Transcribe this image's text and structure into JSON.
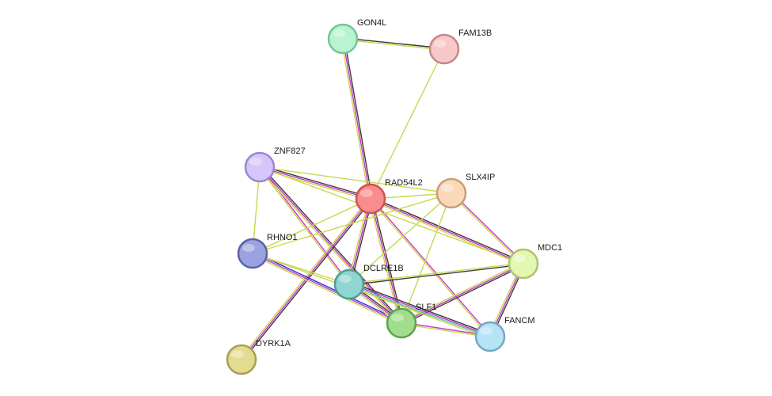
{
  "nodes": [
    {
      "id": "GON4L",
      "label": "GON4L",
      "fill": "#b9f3d2",
      "stroke": "#77c495"
    },
    {
      "id": "FAM13B",
      "label": "FAM13B",
      "fill": "#f8c7c8",
      "stroke": "#c4888a"
    },
    {
      "id": "ZNF827",
      "label": "ZNF827",
      "fill": "#d6c5fb",
      "stroke": "#9c86cf"
    },
    {
      "id": "RAD54L2",
      "label": "RAD54L2",
      "fill": "#f98c8c",
      "stroke": "#cc5252"
    },
    {
      "id": "SLX4IP",
      "label": "SLX4IP",
      "fill": "#fad8b8",
      "stroke": "#c89e7a"
    },
    {
      "id": "RHNO1",
      "label": "RHNO1",
      "fill": "#9aa3e0",
      "stroke": "#5862a8"
    },
    {
      "id": "MDC1",
      "label": "MDC1",
      "fill": "#e4f7b2",
      "stroke": "#a9c46f"
    },
    {
      "id": "DCLRE1B",
      "label": "DCLRE1B",
      "fill": "#8fd6d1",
      "stroke": "#4f9b96"
    },
    {
      "id": "SLF1",
      "label": "SLF1",
      "fill": "#a0dd8c",
      "stroke": "#5fa24d"
    },
    {
      "id": "FANCM",
      "label": "FANCM",
      "fill": "#b7e3f6",
      "stroke": "#73a9c0"
    },
    {
      "id": "DYRK1A",
      "label": "DYRK1A",
      "fill": "#e3dc90",
      "stroke": "#a69f55"
    }
  ],
  "edges": [
    {
      "source": "GON4L",
      "target": "FAM13B",
      "colors": [
        "#3a3a3a",
        "#c8d84a"
      ]
    },
    {
      "source": "GON4L",
      "target": "RAD54L2",
      "colors": [
        "#3a3a3a",
        "#cc33cc",
        "#c8d84a"
      ]
    },
    {
      "source": "FAM13B",
      "target": "RAD54L2",
      "colors": [
        "#c8d84a"
      ]
    },
    {
      "source": "ZNF827",
      "target": "RAD54L2",
      "colors": [
        "#3a3a3a",
        "#cc33cc",
        "#c8d84a"
      ]
    },
    {
      "source": "ZNF827",
      "target": "SLX4IP",
      "colors": [
        "#c8d84a"
      ]
    },
    {
      "source": "ZNF827",
      "target": "RHNO1",
      "colors": [
        "#c8d84a"
      ]
    },
    {
      "source": "ZNF827",
      "target": "DCLRE1B",
      "colors": [
        "#cc33cc",
        "#c8d84a"
      ]
    },
    {
      "source": "ZNF827",
      "target": "SLF1",
      "colors": [
        "#3a3a3a",
        "#cc33cc",
        "#c8d84a"
      ]
    },
    {
      "source": "ZNF827",
      "target": "MDC1",
      "colors": [
        "#c8d84a"
      ]
    },
    {
      "source": "RAD54L2",
      "target": "SLX4IP",
      "colors": [
        "#c8d84a"
      ]
    },
    {
      "source": "RAD54L2",
      "target": "RHNO1",
      "colors": [
        "#c8d84a"
      ]
    },
    {
      "source": "RAD54L2",
      "target": "MDC1",
      "colors": [
        "#3a3a3a",
        "#cc33cc",
        "#c8d84a"
      ]
    },
    {
      "source": "RAD54L2",
      "target": "DCLRE1B",
      "colors": [
        "#3a3a3a",
        "#cc33cc",
        "#c8d84a"
      ]
    },
    {
      "source": "RAD54L2",
      "target": "SLF1",
      "colors": [
        "#3a3a3a",
        "#cc33cc",
        "#c8d84a"
      ]
    },
    {
      "source": "RAD54L2",
      "target": "FANCM",
      "colors": [
        "#cc33cc",
        "#c8d84a"
      ]
    },
    {
      "source": "RAD54L2",
      "target": "DYRK1A",
      "colors": [
        "#3a3a3a",
        "#cc33cc",
        "#c8d84a"
      ]
    },
    {
      "source": "SLX4IP",
      "target": "RHNO1",
      "colors": [
        "#c8d84a"
      ]
    },
    {
      "source": "SLX4IP",
      "target": "MDC1",
      "colors": [
        "#cc33cc",
        "#c8d84a"
      ]
    },
    {
      "source": "SLX4IP",
      "target": "DCLRE1B",
      "colors": [
        "#c8d84a"
      ]
    },
    {
      "source": "SLX4IP",
      "target": "SLF1",
      "colors": [
        "#c8d84a"
      ]
    },
    {
      "source": "RHNO1",
      "target": "DCLRE1B",
      "colors": [
        "#c8d84a"
      ]
    },
    {
      "source": "RHNO1",
      "target": "SLF1",
      "colors": [
        "#2233dd",
        "#cc33cc",
        "#c8d84a"
      ]
    },
    {
      "source": "RHNO1",
      "target": "FANCM",
      "colors": [
        "#c8d84a"
      ]
    },
    {
      "source": "MDC1",
      "target": "DCLRE1B",
      "colors": [
        "#3a3a3a",
        "#c8d84a"
      ]
    },
    {
      "source": "MDC1",
      "target": "SLF1",
      "colors": [
        "#3a3a3a",
        "#cc33cc",
        "#c8d84a"
      ]
    },
    {
      "source": "MDC1",
      "target": "FANCM",
      "colors": [
        "#3a3a3a",
        "#cc33cc",
        "#c8d84a"
      ]
    },
    {
      "source": "DCLRE1B",
      "target": "SLF1",
      "colors": [
        "#3a3a3a",
        "#cc33cc",
        "#c8d84a"
      ]
    },
    {
      "source": "DCLRE1B",
      "target": "FANCM",
      "colors": [
        "#3a3a3a",
        "#cc33cc",
        "#5fc3c3",
        "#c8d84a"
      ]
    },
    {
      "source": "SLF1",
      "target": "FANCM",
      "colors": [
        "#cc33cc",
        "#c8d84a"
      ]
    }
  ]
}
